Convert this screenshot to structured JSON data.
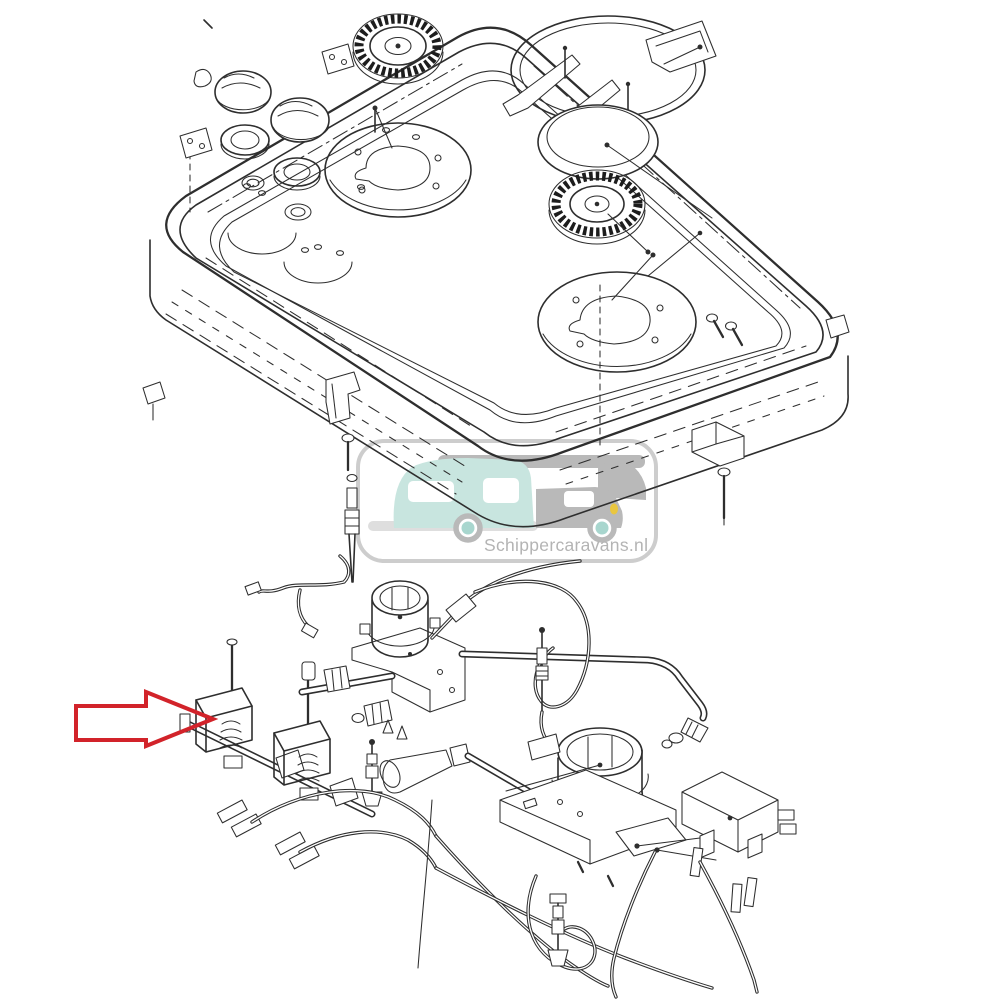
{
  "page": {
    "background_color": "#ffffff"
  },
  "watermark": {
    "text": "Schippercaravans.nl",
    "text_color": "#b4b4b4",
    "box_border_color": "#cdcdcd",
    "logo_colors": {
      "caravan_body": "#c8e5df",
      "motorhome_cab": "#b9b9b9",
      "roof_bar": "#b9b9b9",
      "window": "#ffffff",
      "headlight": "#e9c63f",
      "wheel_rim": "#b9b9b9",
      "wheel_hub": "#a8d6ce",
      "ground_shadow": "#dedede"
    }
  },
  "highlight_arrow": {
    "color": "#d2232a",
    "direction": "right",
    "style": "outlined",
    "target": "gas control valve"
  },
  "drawing": {
    "ink_color": "#2e2e2e",
    "type": "exploded-view line drawing",
    "subject": "gas hob: cooktop pan with burners above, valve and burner manifold assembly below"
  }
}
